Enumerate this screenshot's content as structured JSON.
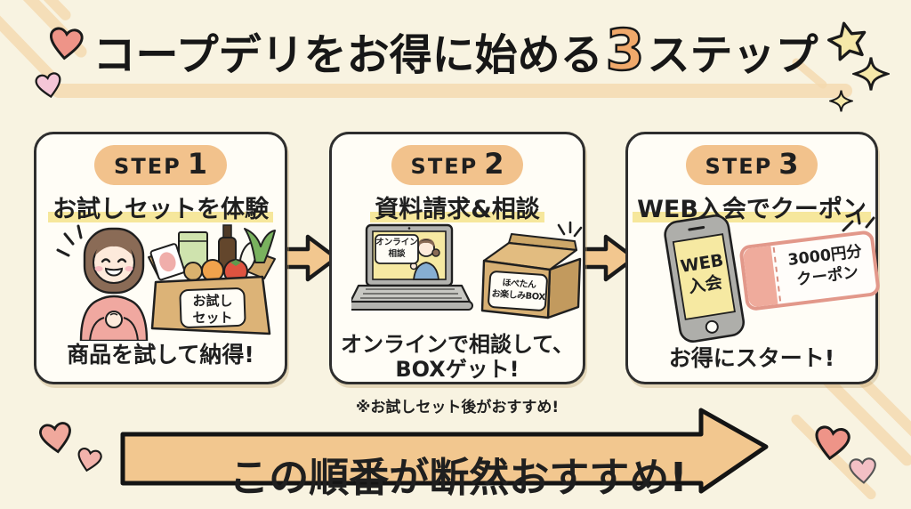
{
  "title": {
    "prefix": "コープデリをお得に始める",
    "highlight_number": "3",
    "suffix": "ステップ"
  },
  "steps": [
    {
      "badge_label": "STEP",
      "badge_number": "1",
      "heading": "お試しセットを体験",
      "illustration": {
        "name": "happy-woman-with-trial-vegetable-box",
        "box_label": "お試し\nセット"
      },
      "caption": "商品を試して納得!"
    },
    {
      "badge_label": "STEP",
      "badge_number": "2",
      "heading": "資料請求&相談",
      "illustration": {
        "name": "laptop-online-consult-and-fun-box",
        "laptop_screen_label": "オンライン\n相談",
        "box_label": "ほぺたん\nお楽しみBOX"
      },
      "caption": "オンラインで相談して、\nBOXゲット!",
      "note": "※お試しセット後がおすすめ!"
    },
    {
      "badge_label": "STEP",
      "badge_number": "3",
      "heading": "WEB入会でクーポン",
      "illustration": {
        "name": "smartphone-web-signup-and-coupon",
        "phone_screen_label": "WEB\n入会",
        "coupon_label": "3000円分\nクーポン"
      },
      "caption": "お得にスタート!"
    }
  ],
  "bottom_arrow": {
    "label": "この順番が断然おすすめ!"
  },
  "decorations": {
    "top_left": [
      "heart-icon",
      "heart-icon"
    ],
    "top_right": [
      "star-icon",
      "sparkle-icon",
      "sparkle-icon"
    ],
    "bottom_left": [
      "heart-icon",
      "heart-icon"
    ],
    "bottom_right": [
      "heart-icon",
      "heart-icon"
    ]
  },
  "colors": {
    "background": "#f8f3e1",
    "brush_stroke_peach": "#f4d8ae",
    "card_background": "#fffdf6",
    "outline_black": "#1f1f1f",
    "step_badge_peach": "#f2c28c",
    "title_number_orange": "#f0a96b",
    "heading_highlight_yellow": "#f6e79c",
    "arrow_peach": "#f2c78f",
    "heart_salmon": "#ee9488",
    "heart_pink": "#f4c6d7",
    "star_yellow": "#f5e8a9",
    "cardboard_tan": "#d7b074",
    "device_screen_yellow": "#f6e9a2",
    "coupon_salmon": "#efab9c"
  }
}
